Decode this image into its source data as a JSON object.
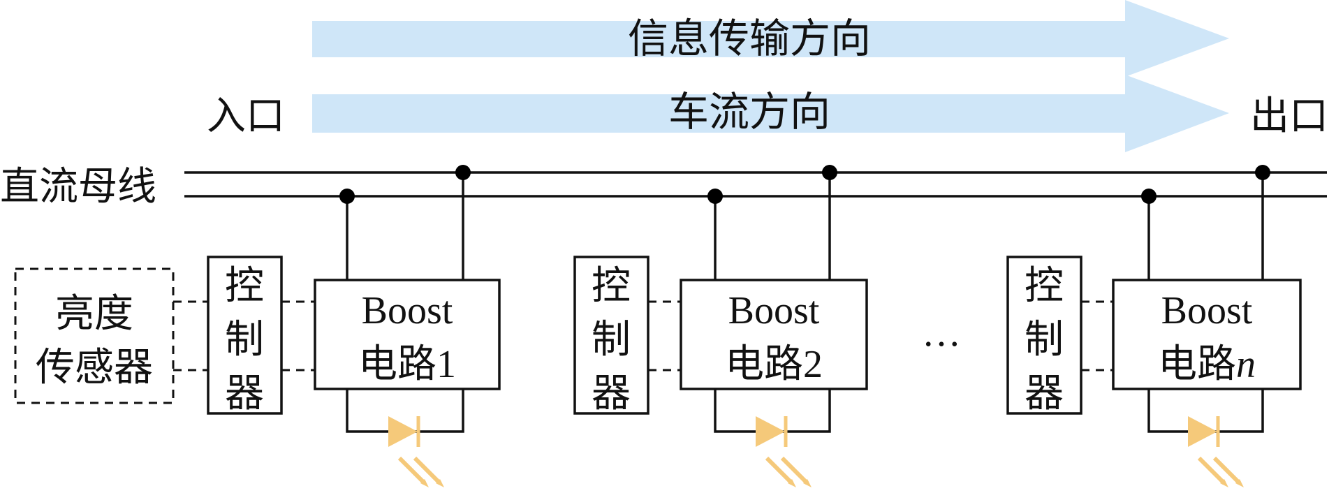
{
  "labels": {
    "entrance": "入口",
    "exit": "出口",
    "dc_bus": "直流母线",
    "info_direction": "信息传输方向",
    "traffic_direction": "车流方向",
    "ellipsis": "…"
  },
  "sensor": {
    "line1": "亮度",
    "line2": "传感器"
  },
  "controller_chars": [
    "控",
    "制",
    "器"
  ],
  "stages": [
    {
      "boost_line1": "Boost",
      "boost_line2_prefix": "电路",
      "boost_line2_suffix": "1"
    },
    {
      "boost_line1": "Boost",
      "boost_line2_prefix": "电路",
      "boost_line2_suffix": "2"
    },
    {
      "boost_line1": "Boost",
      "boost_line2_prefix": "电路",
      "boost_line2_suffix": "n"
    }
  ],
  "colors": {
    "arrow_fill": "#cfe6f8",
    "boost_fill": "#f8dcd8",
    "led_fill": "#f5c97a",
    "line": "#111111"
  }
}
